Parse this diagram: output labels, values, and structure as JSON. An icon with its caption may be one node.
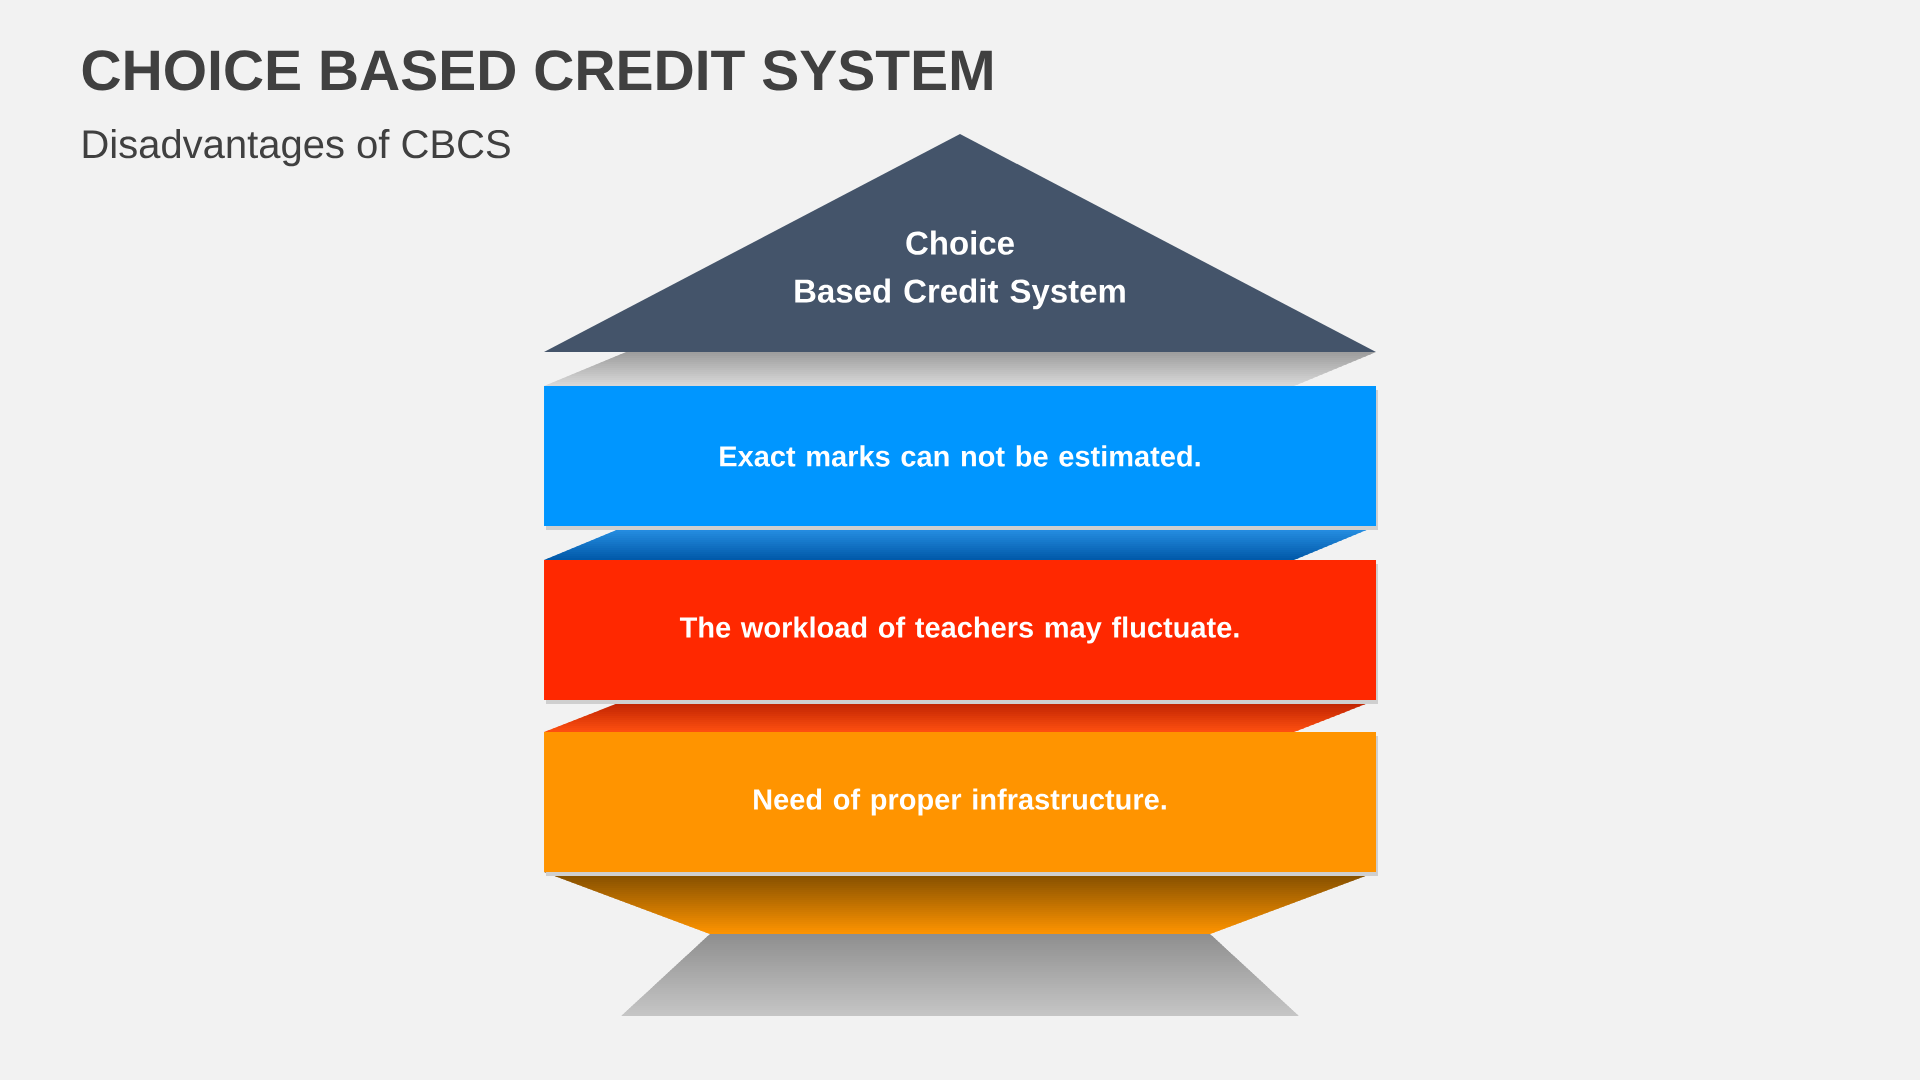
{
  "diagram": {
    "title": "CHOICE BASED CREDIT SYSTEM",
    "nodes": [
      {
        "text": [
          "Choice Based Credit System"
        ]
      },
      {
        "text": [
          "Exact marks can not be estimated."
        ]
      },
      {
        "text": [
          "The workload of teachers may fluctuate."
        ]
      },
      {
        "text": [
          "Need of proper infrastructure."
        ]
      }
    ],
    "labels": [
      "Disadvantages of CBCS"
    ]
  }
}
